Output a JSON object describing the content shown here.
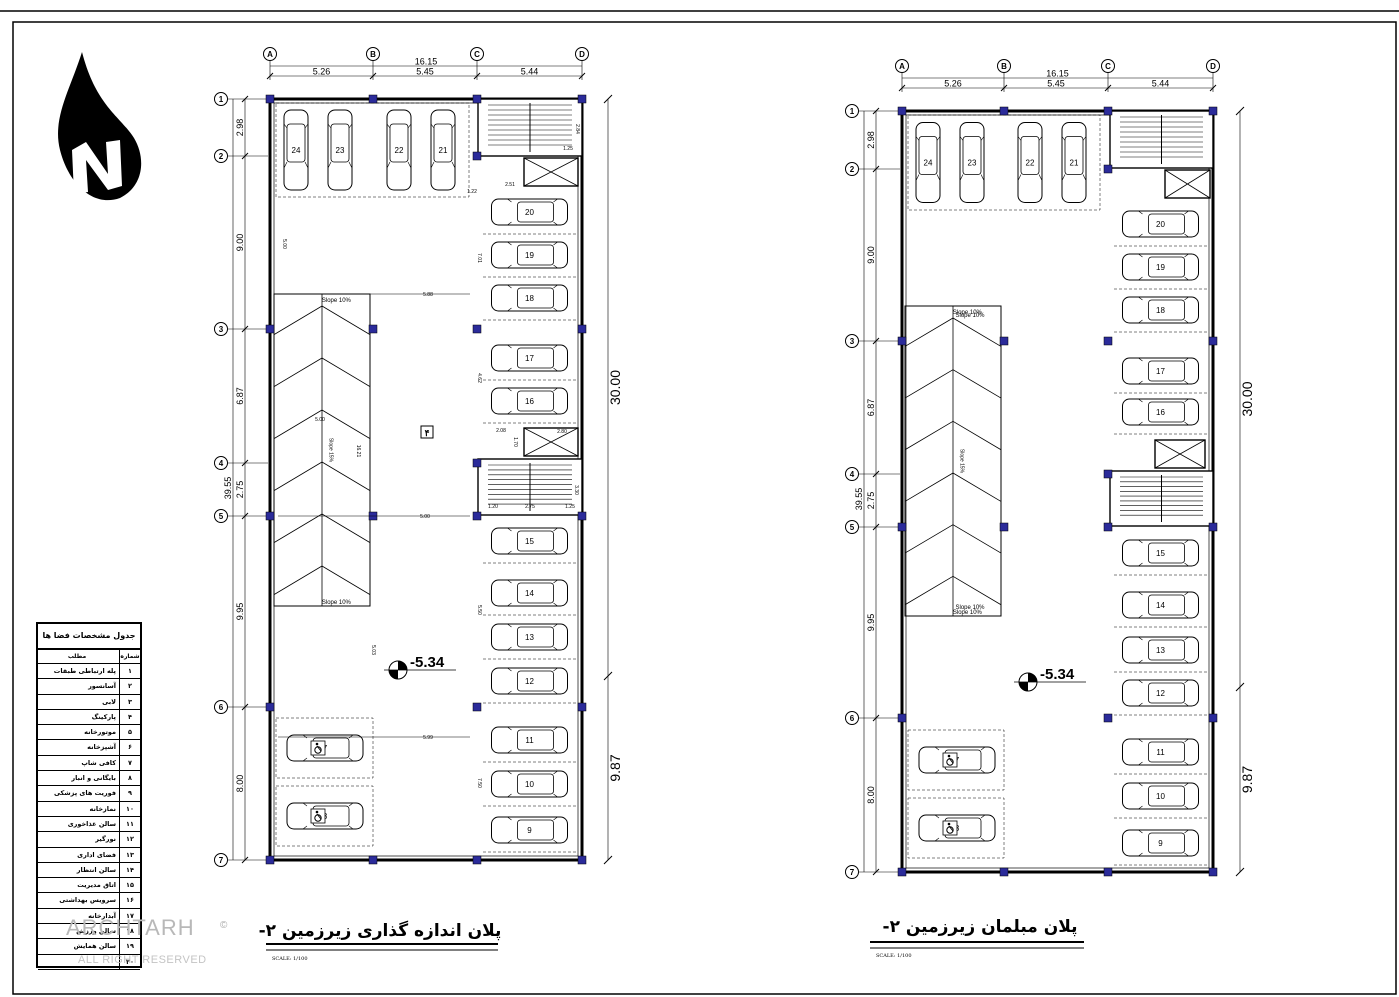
{
  "colors": {
    "ink": "#000000",
    "column": "#2b2b9a",
    "watermark": "#bbbbbb"
  },
  "north_arrow": {
    "icon": "north-arrow-icon",
    "letter": "N"
  },
  "grid": {
    "columns": [
      "A",
      "B",
      "C",
      "D"
    ],
    "rows": [
      "1",
      "2",
      "3",
      "4",
      "5",
      "6",
      "7"
    ],
    "overall_width": "16.15",
    "column_spans": [
      "5.26",
      "5.45",
      "5.44"
    ],
    "row_spans": [
      "2.98",
      "9.00",
      "6.87",
      "2.75",
      "9.95",
      "8.00"
    ],
    "overall_left": "39.55",
    "right_total": "30.00",
    "right_lower": "9.87"
  },
  "left_plan": {
    "title": "پلان اندازه گذاری زیرزمین ۲-",
    "scale": "SCALE: 1/100",
    "level": "-5.34",
    "room_tag": "۴",
    "slopes": [
      "Slope 10%",
      "Slope 15%",
      "Slope 10%"
    ],
    "dims": [
      "1.25",
      "2.51",
      "1.22",
      "5.00",
      "5.88",
      "5.00",
      "5.00",
      "2.08",
      "1.70",
      "2.80",
      "1.20",
      "2.75",
      "1.25",
      "5.03",
      "5.99",
      "7.50",
      "7.01",
      "4.62",
      "5.50",
      "2.84",
      "3.30",
      "16.21"
    ]
  },
  "right_plan": {
    "title": "پلان مبلمان زیرزمین ۲-",
    "scale": "SCALE: 1/100",
    "level": "-5.34",
    "slopes": [
      "Slope 10%",
      "Slope 15%",
      "Slope 10%"
    ]
  },
  "parking": {
    "top_row": [
      "24",
      "23",
      "22",
      "21"
    ],
    "right_column": [
      "20",
      "19",
      "18",
      "17",
      "16",
      "15",
      "14",
      "13",
      "12",
      "11",
      "10",
      "9"
    ],
    "accessible": [
      "7",
      "8"
    ]
  },
  "legend": {
    "title": "جدول مشخصات فضا ها",
    "header_num": "شماره",
    "header_label": "مطلب",
    "rows": [
      {
        "num": "۱",
        "label": "پله ارتباطی طبقات"
      },
      {
        "num": "۲",
        "label": "آسانسور"
      },
      {
        "num": "۳",
        "label": "لابی"
      },
      {
        "num": "۴",
        "label": "پارکینگ"
      },
      {
        "num": "۵",
        "label": "موتورخانه"
      },
      {
        "num": "۶",
        "label": "آشپزخانه"
      },
      {
        "num": "۷",
        "label": "کافی شاپ"
      },
      {
        "num": "۸",
        "label": "بایگانی و انبار"
      },
      {
        "num": "۹",
        "label": "فوریت های پزشکی"
      },
      {
        "num": "۱۰",
        "label": "نمازخانه"
      },
      {
        "num": "۱۱",
        "label": "سالن غذاخوری"
      },
      {
        "num": "۱۲",
        "label": "نورگیر"
      },
      {
        "num": "۱۳",
        "label": "فضای اداری"
      },
      {
        "num": "۱۴",
        "label": "سالن انتظار"
      },
      {
        "num": "۱۵",
        "label": "اتاق مدیریت"
      },
      {
        "num": "۱۶",
        "label": "سرویس بهداشتی"
      },
      {
        "num": "۱۷",
        "label": "آبدارخانه"
      },
      {
        "num": "۱۸",
        "label": "سالن ورزش"
      },
      {
        "num": "۱۹",
        "label": "سالن همایش"
      },
      {
        "num": "۲۰",
        "label": ""
      }
    ]
  },
  "watermark": {
    "brand": "ARCHTARH",
    "sub": "ALL RIGHT RESERVED",
    "mark": "©"
  }
}
